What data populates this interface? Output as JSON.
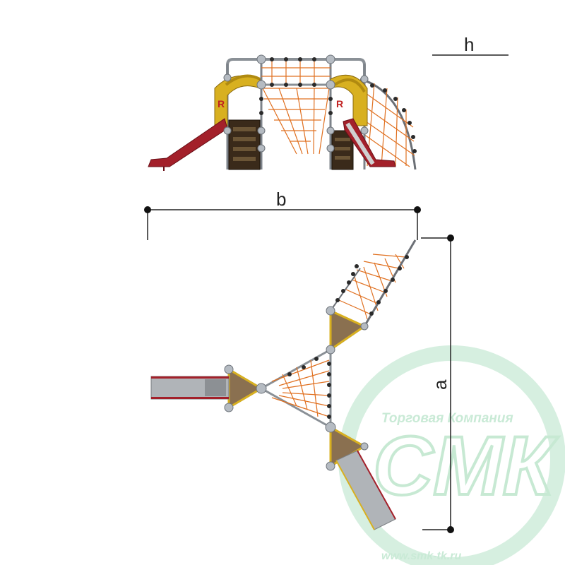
{
  "dimensions": {
    "height_label": "h",
    "width_label": "b",
    "depth_label": "a"
  },
  "watermark": {
    "company_tagline": "Торговая Компания",
    "brand": "СМК",
    "url": "www.smk-tk.ru",
    "color": "#c7e9d3"
  },
  "slide_sign_letter": "R",
  "colors": {
    "slide_red": "#a3202a",
    "net_orange": "#e07020",
    "pipe_grey": "#9aa0a6",
    "panel_yellow": "#d8b020",
    "steps_brown": "#3a2a1a"
  }
}
